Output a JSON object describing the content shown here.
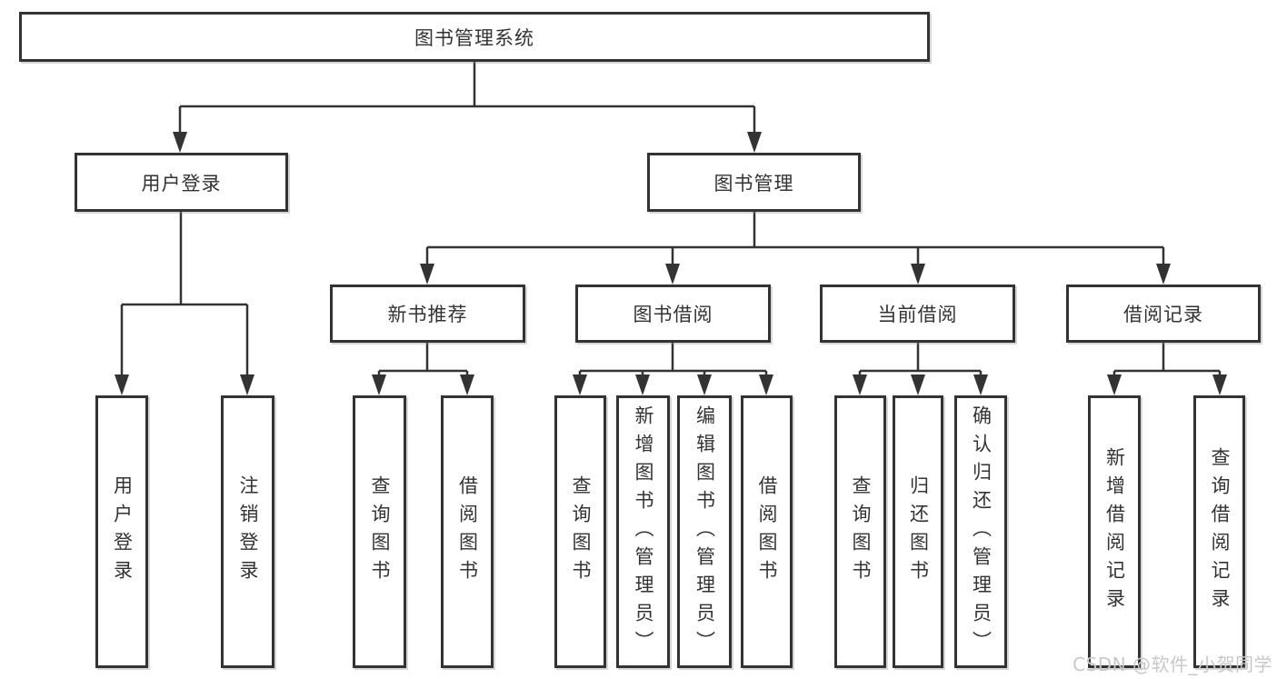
{
  "diagram": {
    "root": {
      "label": "图书管理系统"
    },
    "user_login": {
      "label": "用户登录",
      "children": {
        "user_login": {
          "label": "用户登录"
        },
        "logout": {
          "label": "注销登录"
        }
      }
    },
    "book_management": {
      "label": "图书管理",
      "children": {
        "new_book_recommend": {
          "label": "新书推荐",
          "children": {
            "query_books": {
              "label": "查询图书"
            },
            "borrow_books": {
              "label": "借阅图书"
            }
          }
        },
        "book_borrowing": {
          "label": "图书借阅",
          "children": {
            "query_books": {
              "label": "查询图书"
            },
            "add_books_admin": {
              "label": "新增图书（管理员）"
            },
            "edit_books_admin": {
              "label": "编辑图书（管理员）"
            },
            "borrow_books": {
              "label": "借阅图书"
            }
          }
        },
        "current_borrowing": {
          "label": "当前借阅",
          "children": {
            "query_books": {
              "label": "查询图书"
            },
            "return_books": {
              "label": "归还图书"
            },
            "confirm_return_admin": {
              "label": "确认归还（管理员）"
            }
          }
        },
        "borrowing_records": {
          "label": "借阅记录",
          "children": {
            "add_borrow_record": {
              "label": "新增借阅记录"
            },
            "query_borrow_record": {
              "label": "查询借阅记录"
            }
          }
        }
      }
    }
  },
  "watermark": {
    "label": "CSDN @软件_小贺同学"
  },
  "style": {
    "line_color": "#333333",
    "box_border_color": "#333333",
    "text_color": "#333333",
    "watermark_color": "#c8c8c8",
    "background": "#ffffff"
  }
}
